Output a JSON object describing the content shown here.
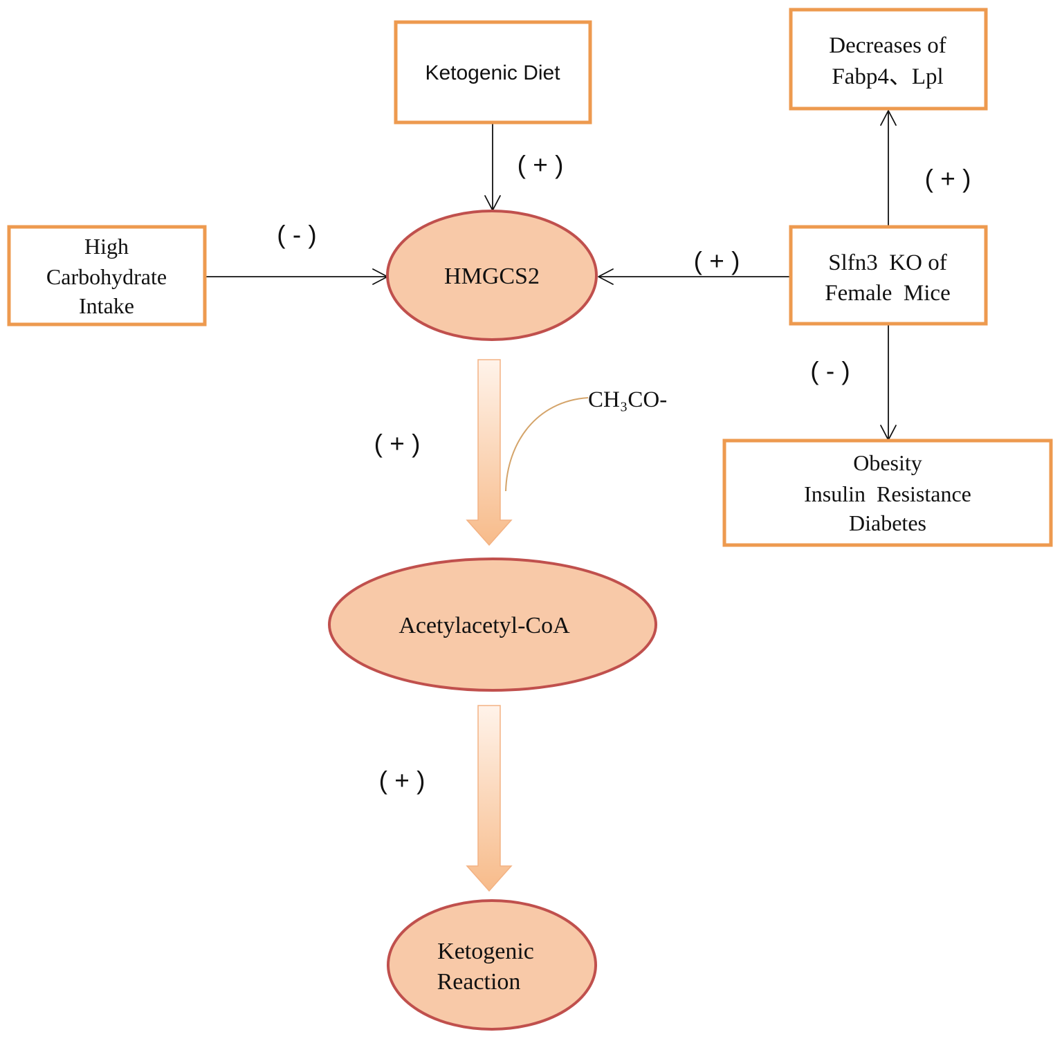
{
  "nodes": {
    "ketogenic_diet": "Ketogenic Diet",
    "high_carb": [
      "High",
      "Carbohydrate",
      "Intake"
    ],
    "hmgcs2": "HMGCS2",
    "slfn3": [
      "Slfn3  KO of",
      "Female  Mice"
    ],
    "decreases": [
      "Decreases of",
      "Fabp4、Lpl"
    ],
    "obesity": [
      "Obesity",
      "Insulin  Resistance",
      "Diabetes"
    ],
    "acetylacetyl": "Acetylacetyl-CoA",
    "ketogenic_reaction": [
      "Ketogenic",
      "Reaction"
    ]
  },
  "edges": {
    "diet_to_hmgcs2": "( + )",
    "carb_to_hmgcs2": "( - )",
    "slfn3_to_hmgcs2": "( + )",
    "slfn3_to_decreases": "( + )",
    "slfn3_to_obesity": "( - )",
    "hmgcs2_to_acetyl": "( + )",
    "acetyl_to_reaction": "( + )"
  },
  "annotation": "CH₃CO-",
  "colors": {
    "box_border": "#ed9a4f",
    "ellipse_fill": "#f8c9a8",
    "ellipse_border": "#c0504d",
    "block_arrow_top": "#fff3ea",
    "block_arrow_bottom": "#f7bb8a",
    "annotation_curve": "#d4a46a"
  }
}
